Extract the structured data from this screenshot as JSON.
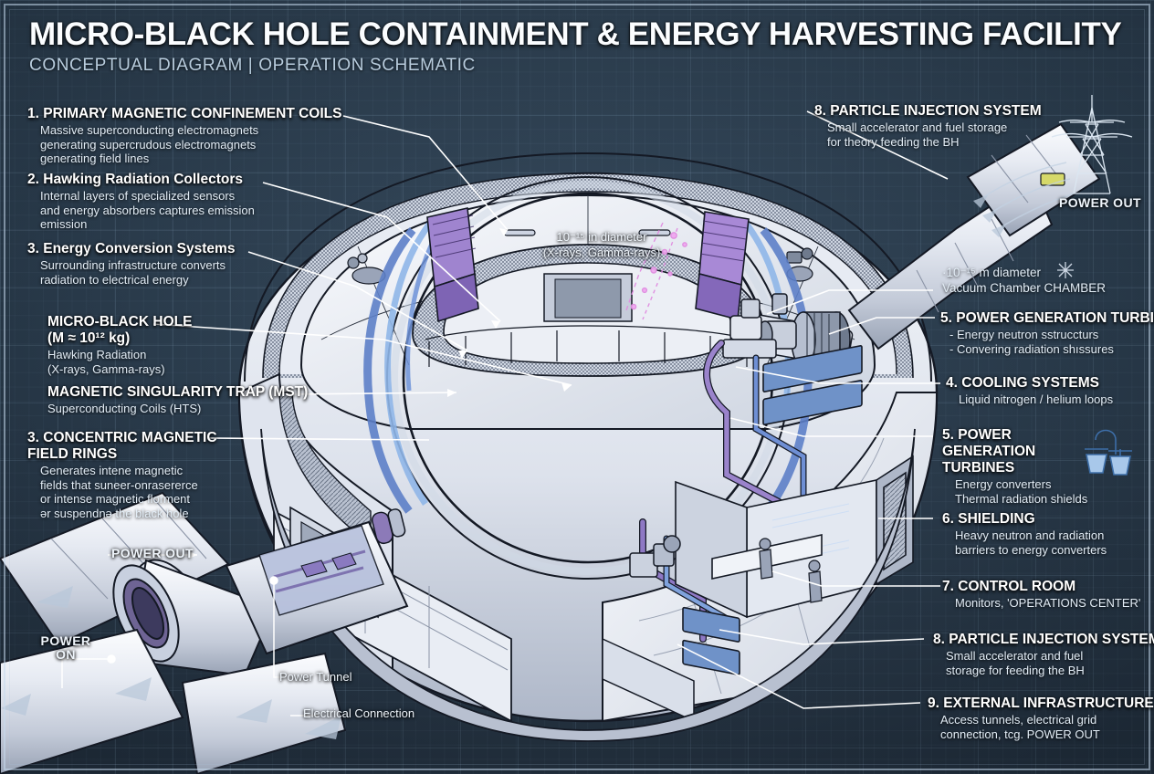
{
  "header": {
    "title": "MICRO-BLACK HOLE CONTAINMENT & ENERGY HARVESTING FACILITY",
    "subtitle": "CONCEPTUAL DIAGRAM  |  OPERATION SCHEMATIC"
  },
  "colors": {
    "background": "#2b4054",
    "grid_line": "#96b9d7",
    "frame": "#c6daee",
    "title_text": "#fbfdff",
    "subtitle_text": "#b8ccdd",
    "machinery_light": "#e9edf4",
    "machinery_mid": "#bcc4d4",
    "machinery_dark": "#7d8799",
    "core_blue": "#3b63d6",
    "core_violet": "#8a5fd0",
    "accent_cyan": "#7fd6ff"
  },
  "callouts_left": [
    {
      "number": "1.",
      "title": "PRIMARY MAGNETIC CONFINEMENT COILS",
      "desc": "Massive superconducting electromagnets\ngenerating supercrudous electromagnets\ngenerating field lines"
    },
    {
      "number": "2.",
      "title": "Hawking Radiation Collectors",
      "desc": "Internal layers of specialized sensors\nand energy absorbers captures emission\nemission"
    },
    {
      "number": "3.",
      "title": "Energy Conversion Systems",
      "desc": "Surrounding infrastructure converts\nradiation to electrical energy"
    },
    {
      "number": "",
      "title": "MICRO-BLACK HOLE",
      "title2": "(M ≈ 10¹² kg)",
      "desc": " Hawking Radiation\n(X-rays, Gamma-rays)"
    },
    {
      "number": "",
      "title": "MAGNETIC SINGULARITY TRAP (MST)",
      "desc": "Superconducting Coils (HTS)"
    },
    {
      "number": "3.",
      "title": "CONCENTRIC MAGNETIC\nFIELD RINGS",
      "desc": "Generates intene magnetic\nfields that suneer-onrasererce\nor intense magnetic florment\nər suspendnə the black hole"
    }
  ],
  "callouts_right": [
    {
      "number": "8.",
      "title": "PARTICLE INJECTION SYSTEM",
      "desc": "Small accelerator and fuel storage\nfor theory feeding the BH"
    },
    {
      "number": "",
      "title": "·10⁻¹⁵ m diameter",
      "desc": "Vacuum Chamber CHAMBER"
    },
    {
      "number": "5.",
      "title": "POWER GENERATION TURBINES",
      "desc": "-  Energy neutron sstruccturs\n-  Convering radiation shıssures"
    },
    {
      "number": "4.",
      "title": "COOLING SYSTEMS",
      "desc": "Liquid nitrogen / helium loops"
    },
    {
      "number": "5.",
      "title": "POWER GENERATION\nTURBINES",
      "desc": "Energy converters\nThermal radiation shields"
    },
    {
      "number": "6.",
      "title": "SHIELDING",
      "desc": "Heavy neutron and radiation\nbarriers to energy converters"
    },
    {
      "number": "7.",
      "title": "CONTROL ROOM",
      "desc": "Monitors, 'OPERATIONS CENTER'"
    },
    {
      "number": "8.",
      "title": "PARTICLE INJECTION SYSTEM",
      "desc": "Small accelerator and fuel\nstorage for feeding the BH"
    },
    {
      "number": "9.",
      "title": "EXTERNAL INFRASTRUCTURE",
      "desc": "Access tunnels, electrical grid\nconnection, tcg. POWER OUT"
    }
  ],
  "inline_labels": {
    "core_diameter": "10⁻¹⁵ in diameter",
    "core_radiation": "(X-rays, Gamma-rays)",
    "power_out_top": "POWER OUT",
    "power_out_left": "POWER OUT",
    "power_on": "POWER\nON",
    "power_tunnel": "Power Tunnel",
    "electrical_connection": "Electrical Connection"
  }
}
